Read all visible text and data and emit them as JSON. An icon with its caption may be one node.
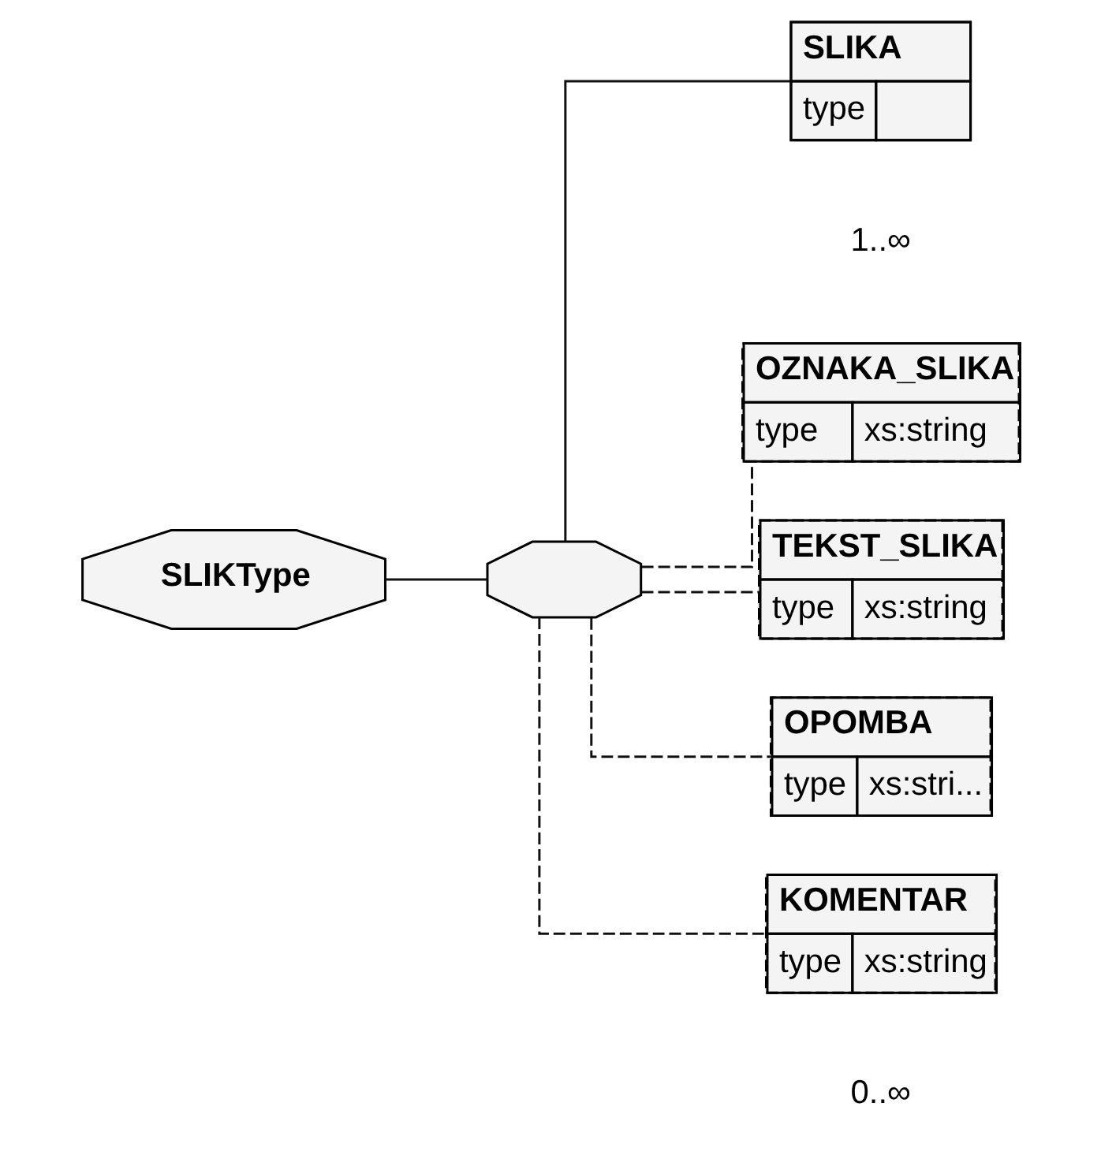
{
  "diagram": {
    "nodes": [
      {
        "text": [
          "SLIKType"
        ]
      },
      {
        "text": [],
        "shape": "octagon"
      },
      {
        "text": [
          "SLIKA",
          "type"
        ],
        "beside": [
          "1..∞"
        ]
      },
      {
        "text": [
          "OZNAKA_SLIKA",
          "type",
          "xs:string"
        ]
      },
      {
        "text": [
          "TEKST_SLIKA",
          "type",
          "xs:string"
        ]
      },
      {
        "text": [
          "OPOMBA",
          "type",
          "xs:stri..."
        ]
      },
      {
        "text": [
          "KOMENTAR",
          "type",
          "xs:string"
        ],
        "beside": [
          "0..∞"
        ]
      }
    ],
    "edges": [
      {
        "from": 0,
        "to": 1,
        "arrow": "none"
      },
      {
        "from": 1,
        "to": 2,
        "arrow": "none"
      },
      {
        "from": 1,
        "to": 3,
        "arrow": "none",
        "style": "dashed"
      },
      {
        "from": 1,
        "to": 4,
        "arrow": "none",
        "style": "dashed"
      },
      {
        "from": 1,
        "to": 5,
        "arrow": "none",
        "style": "dashed"
      },
      {
        "from": 1,
        "to": 6,
        "arrow": "none",
        "style": "dashed"
      }
    ]
  }
}
